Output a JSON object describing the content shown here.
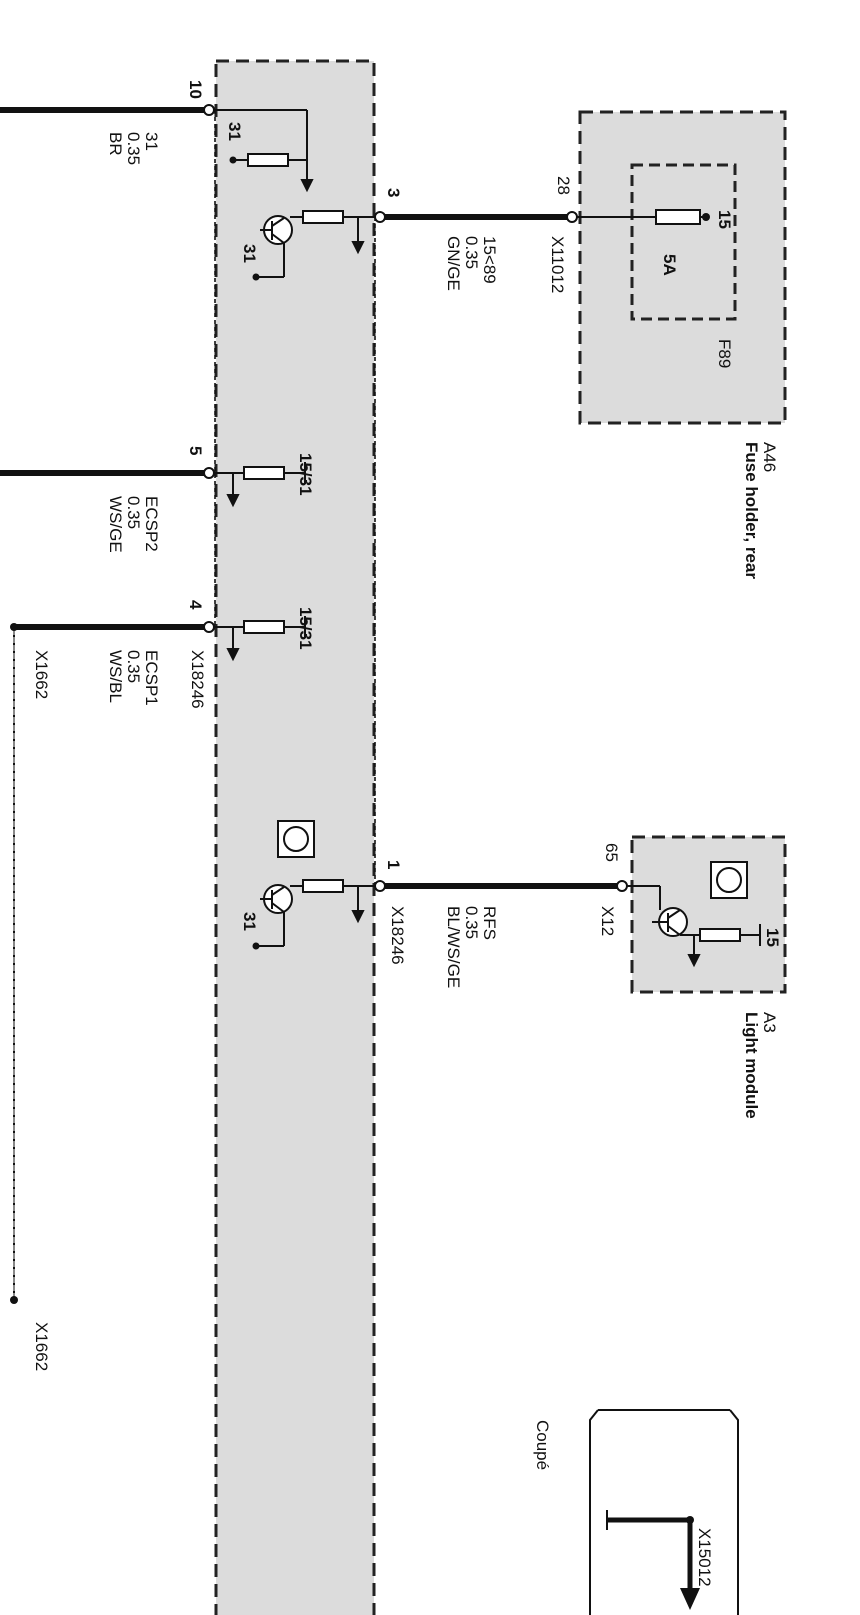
{
  "module_connector": {
    "pins": [
      {
        "pin": "10",
        "signal": "31",
        "cross_section": "0.35",
        "color": "BR",
        "internal_label": "31",
        "connector": ""
      },
      {
        "pin": "3",
        "signal": "15<89",
        "cross_section": "0.35",
        "color": "GN/GE",
        "internal_label": "31",
        "connector": ""
      },
      {
        "pin": "5",
        "signal": "ECSP2",
        "cross_section": "0.35",
        "color": "WS/GE",
        "internal_label": "15/31",
        "connector": ""
      },
      {
        "pin": "4",
        "signal": "ECSP1",
        "cross_section": "0.35",
        "color": "WS/BL",
        "internal_label": "15/31",
        "connector": "X18246"
      },
      {
        "pin": "1",
        "signal": "RFS",
        "cross_section": "0.35",
        "color": "BL/WS/GE",
        "internal_label": "31",
        "connector": "X18246"
      }
    ]
  },
  "fuse_holder": {
    "id": "A46",
    "name": "Fuse holder, rear",
    "connector": "X11012",
    "pin": "28",
    "fuse_id": "F89",
    "fuse_rating": "5A",
    "fuse_terminal": "15"
  },
  "light_module": {
    "id": "A3",
    "name": "Light module",
    "connector": "X12",
    "pin": "65",
    "terminal": "15"
  },
  "ground_points": [
    "X1662",
    "X1662"
  ],
  "variant_box": {
    "label": "Coupé",
    "connector": "X15012"
  },
  "colors": {
    "module_fill": "#dcdcdc",
    "wire": "#111111",
    "border": "#222222"
  }
}
